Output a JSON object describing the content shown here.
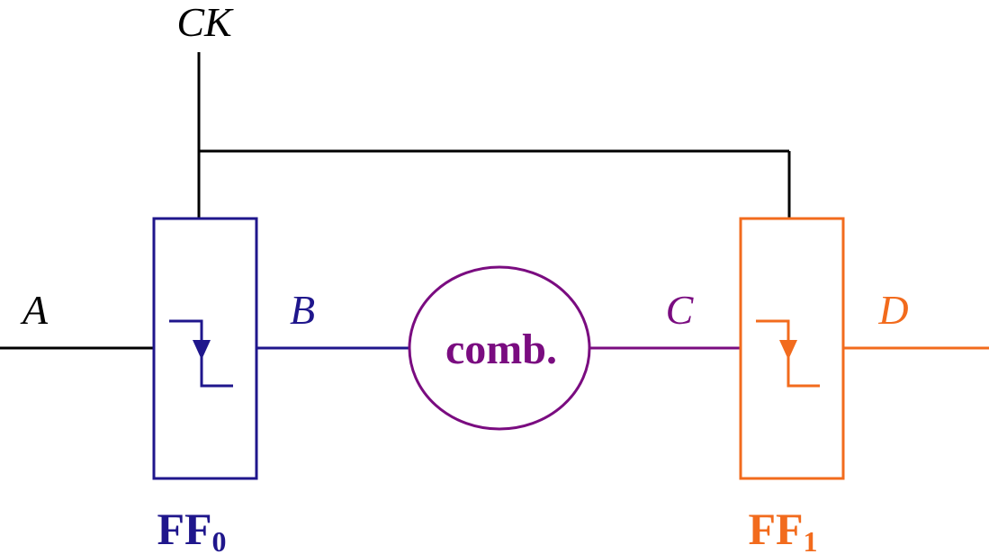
{
  "colors": {
    "black": "#000000",
    "ff0": "#1f168c",
    "comb": "#7a0c80",
    "ff1": "#f26b1d"
  },
  "labels": {
    "clock": "CK",
    "a": "A",
    "b": "B",
    "c": "C",
    "d": "D",
    "comb": "comb.",
    "ff0_main": "FF",
    "ff0_sub": "0",
    "ff1_main": "FF",
    "ff1_sub": "1"
  }
}
